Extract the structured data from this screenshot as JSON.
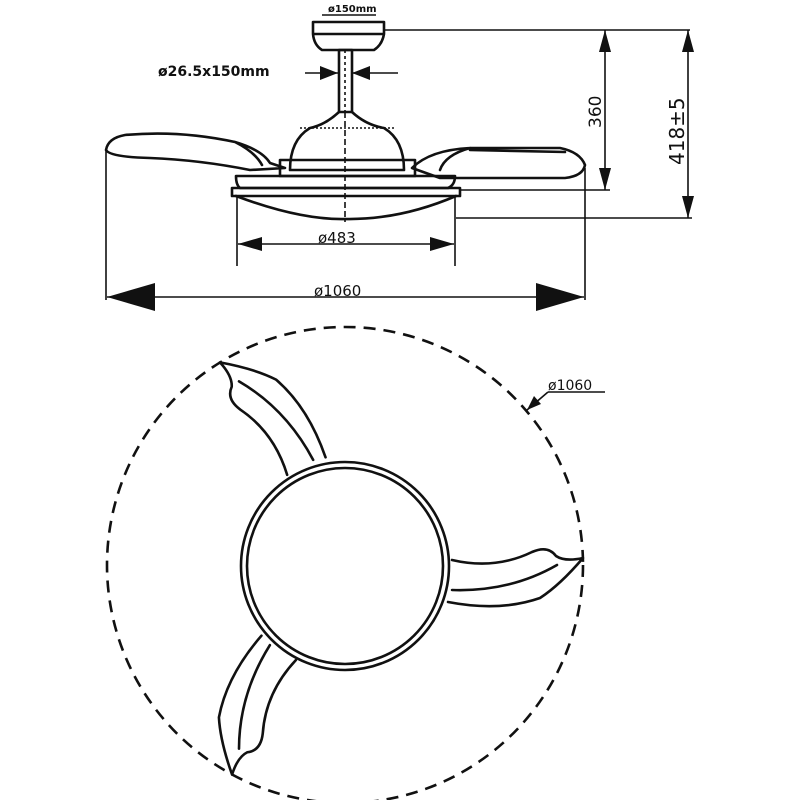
{
  "diagram": {
    "title": "Ceiling fan dimension drawing",
    "side_view": {
      "canopy_diameter": "ø150mm",
      "downrod": "ø26.5x150mm",
      "height_to_base": "360",
      "total_height": "418±5",
      "light_diameter": "ø483",
      "blade_span": "ø1060"
    },
    "top_view": {
      "sweep_diameter": "ø1060"
    },
    "colors": {
      "line": "#111111",
      "background": "#ffffff"
    }
  }
}
